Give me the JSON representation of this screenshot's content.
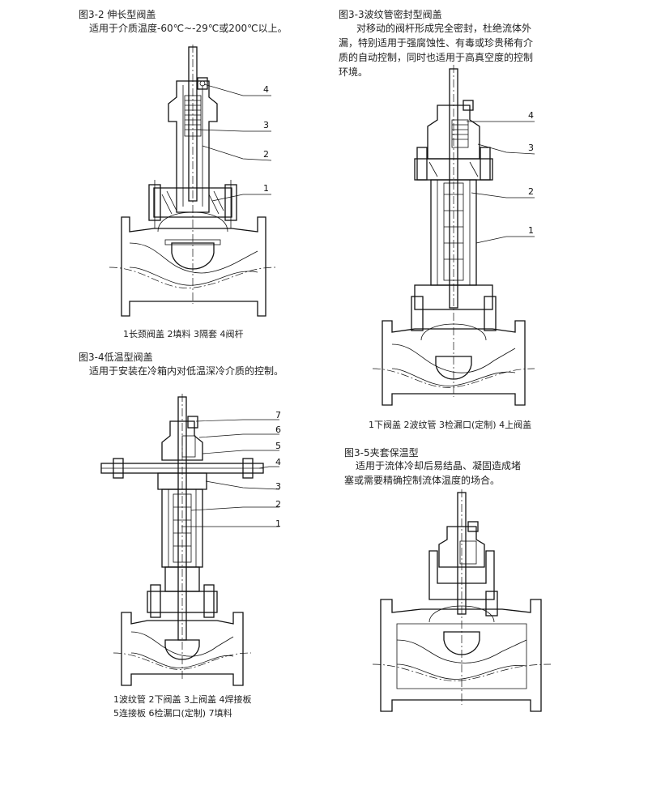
{
  "fig32": {
    "title": "图3-2 伸长型阀盖",
    "desc": "适用于介质温度-60℃~-29℃或200℃以上。",
    "caption": "1长颈阀盖  2填料  3隔套  4阀杆",
    "callouts": [
      "4",
      "3",
      "2",
      "1"
    ]
  },
  "fig33": {
    "title": "图3-3波纹管密封型阀盖",
    "desc": "对移动的阀杆形成完全密封，杜绝流体外漏，特别适用于强腐蚀性、有毒或珍贵稀有介质的自动控制，同时也适用于高真空度的控制环境。",
    "caption": "1下阀盖  2波纹管  3检漏口(定制)  4上阀盖",
    "callouts": [
      "4",
      "3",
      "2",
      "1"
    ]
  },
  "fig34": {
    "title": "图3-4低温型阀盖",
    "desc": "适用于安装在冷箱内对低温深冷介质的控制。",
    "caption_line1": "1波纹管  2下阀盖  3上阀盖  4焊接板",
    "caption_line2": "5连接板  6检漏口(定制)  7填料",
    "callouts": [
      "7",
      "6",
      "5",
      "4",
      "3",
      "2",
      "1"
    ]
  },
  "fig35": {
    "title": "图3-5夹套保温型",
    "desc": "适用于流体冷却后易结晶、凝固造成堵塞或需要精确控制流体温度的场合。"
  }
}
